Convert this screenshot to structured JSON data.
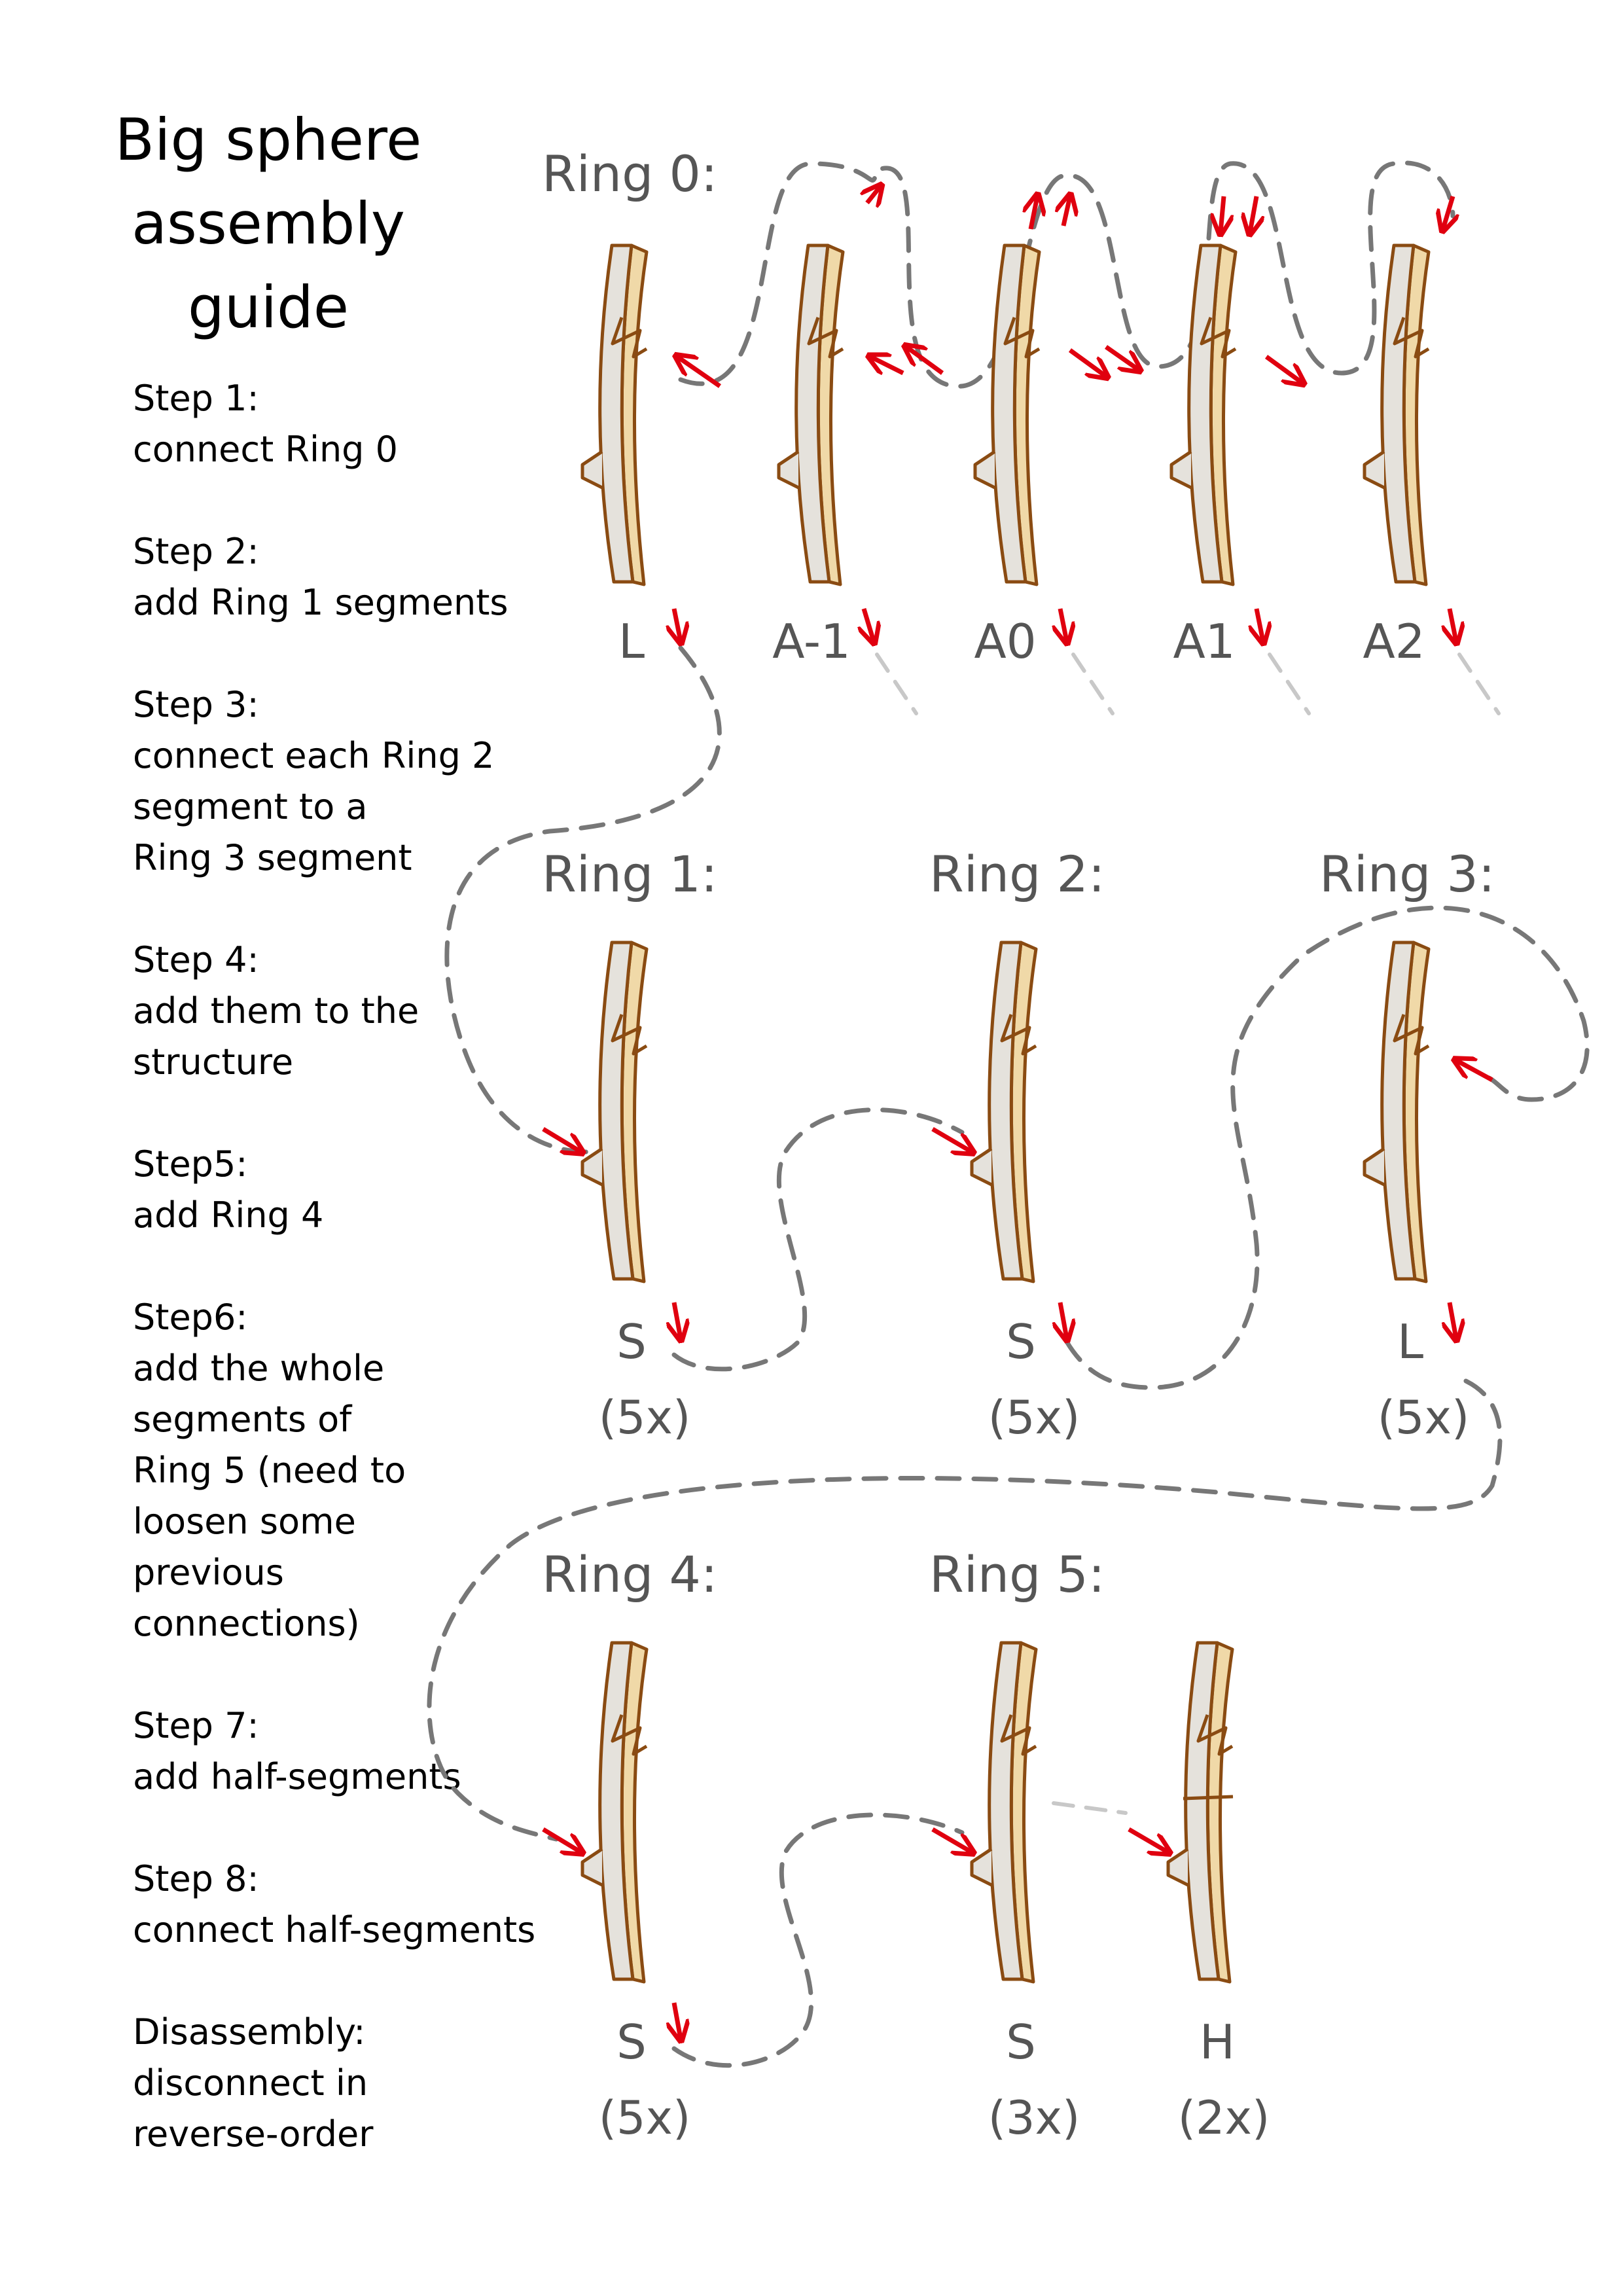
{
  "title": "Big sphere\nassembly\nguide",
  "steps": [
    {
      "title": "Step 1:",
      "body": "connect Ring 0"
    },
    {
      "title": "Step 2:",
      "body": "add Ring 1 segments"
    },
    {
      "title": "Step 3:",
      "body": "connect each Ring 2\nsegment to a\nRing 3 segment"
    },
    {
      "title": "Step 4:",
      "body": "add them to the\nstructure"
    },
    {
      "title": "Step5:",
      "body": "add Ring 4"
    },
    {
      "title": "Step6:",
      "body": "add the whole\nsegments of\nRing 5 (need to\nloosen some\nprevious\nconnections)"
    },
    {
      "title": "Step 7:",
      "body": "add half-segments"
    },
    {
      "title": "Step 8:",
      "body": "connect half-segments"
    },
    {
      "title": "Disassembly:",
      "body": "disconnect in\nreverse-order"
    }
  ],
  "rings": [
    {
      "label": "Ring 0:",
      "pieces": [
        "L",
        "A-1",
        "A0",
        "A1",
        "A2"
      ]
    },
    {
      "label": "Ring 1:",
      "pieces": [
        "S"
      ],
      "count": "(5x)"
    },
    {
      "label": "Ring 2:",
      "pieces": [
        "S"
      ],
      "count": "(5x)"
    },
    {
      "label": "Ring 3:",
      "pieces": [
        "L"
      ],
      "count": "(5x)"
    },
    {
      "label": "Ring 4:",
      "pieces": [
        "S"
      ],
      "count": "(5x)"
    },
    {
      "label": "Ring 5:",
      "pieces": [
        "S",
        "H"
      ],
      "counts": [
        "(3x)",
        "(2x)"
      ]
    }
  ],
  "colors": {
    "segment_fill": "#e5e2dc",
    "segment_side": "#f0d9a8",
    "segment_outline": "#8a4b12",
    "arrow": "#e0000f",
    "dashed_path": "#777777",
    "dashed_hint": "#c8c8c8"
  }
}
